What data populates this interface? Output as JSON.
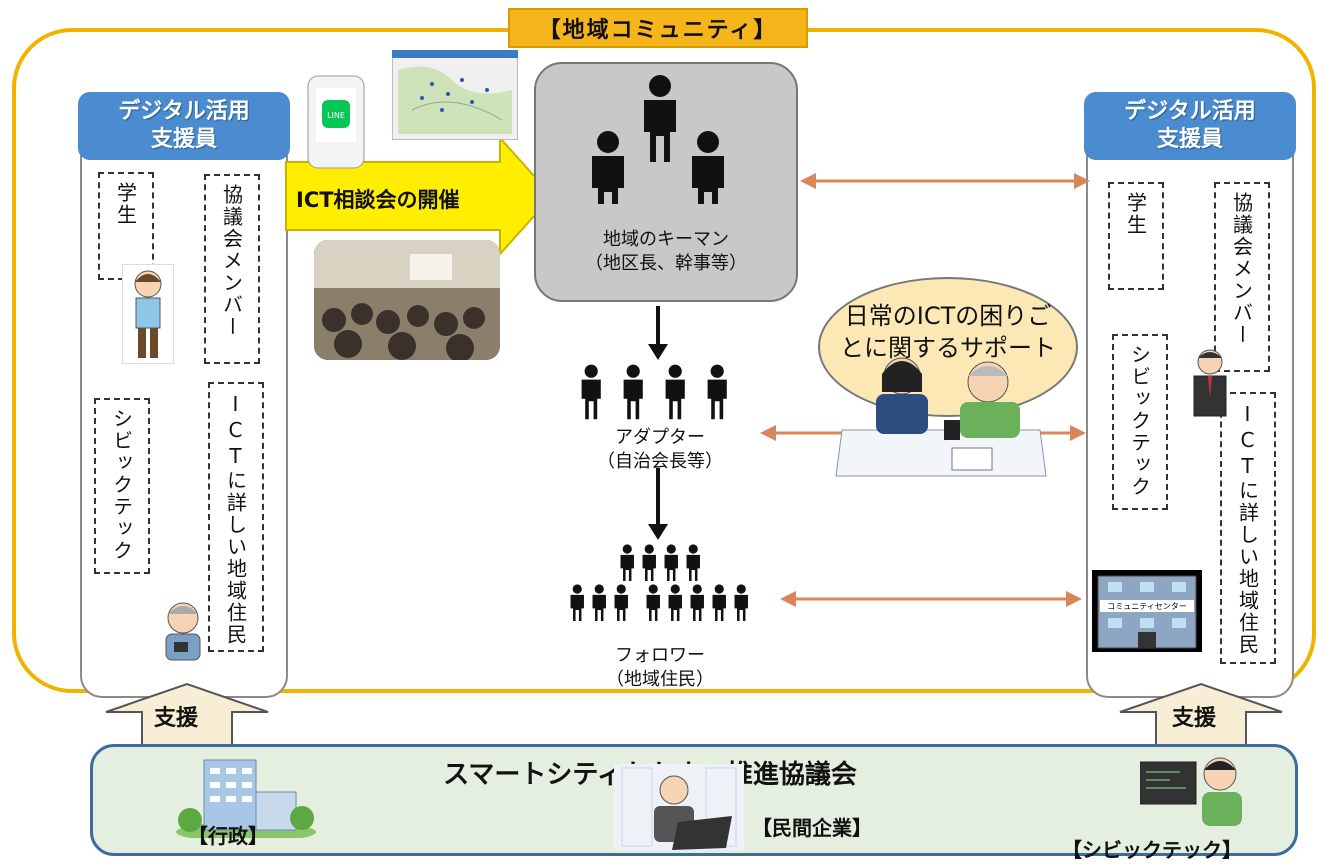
{
  "community_title": "【地域コミュニティ】",
  "left_support": {
    "heading_line1": "デジタル活用",
    "heading_line2": "支援員",
    "student": "学生",
    "council_member": "協議会メンバー",
    "civic_tech": "シビックテック",
    "ict_resident": "ICTに詳しい地域住民"
  },
  "right_support": {
    "heading_line1": "デジタル活用",
    "heading_line2": "支援員",
    "student": "学生",
    "council_member": "協議会メンバー",
    "civic_tech": "シビックテック",
    "ict_resident": "ICTに詳しい地域住民",
    "community_center_sign": "コミュニティセンター"
  },
  "ict_meeting_label": "ICT相談会の開催",
  "line_app_label": "LINE",
  "keyman": {
    "line1": "地域のキーマン",
    "line2": "（地区長、幹事等）"
  },
  "adapter": {
    "line1": "アダプター",
    "line2": "（自治会長等）"
  },
  "follower": {
    "line1": "フォロワー",
    "line2": "（地域住民）"
  },
  "daily_support": {
    "line1": "日常のICTの困りご",
    "line2": "とに関するサポート"
  },
  "support_left": "支援",
  "support_right": "支援",
  "council": {
    "title": "スマートシティたかまつ推進協議会",
    "gov": "【行政】",
    "company": "【民間企業】",
    "civic": "【シビックテック】"
  },
  "colors": {
    "frame": "#f0b400",
    "title_bg": "#f6b51b",
    "heading_blue": "#4a8ccf",
    "arrow_orange": "#d9865a",
    "arrow_yellow": "#ffee00",
    "bubble": "#fbe8b4",
    "council_bg": "#e5efe0",
    "support_arrow": "#f8eed5"
  }
}
